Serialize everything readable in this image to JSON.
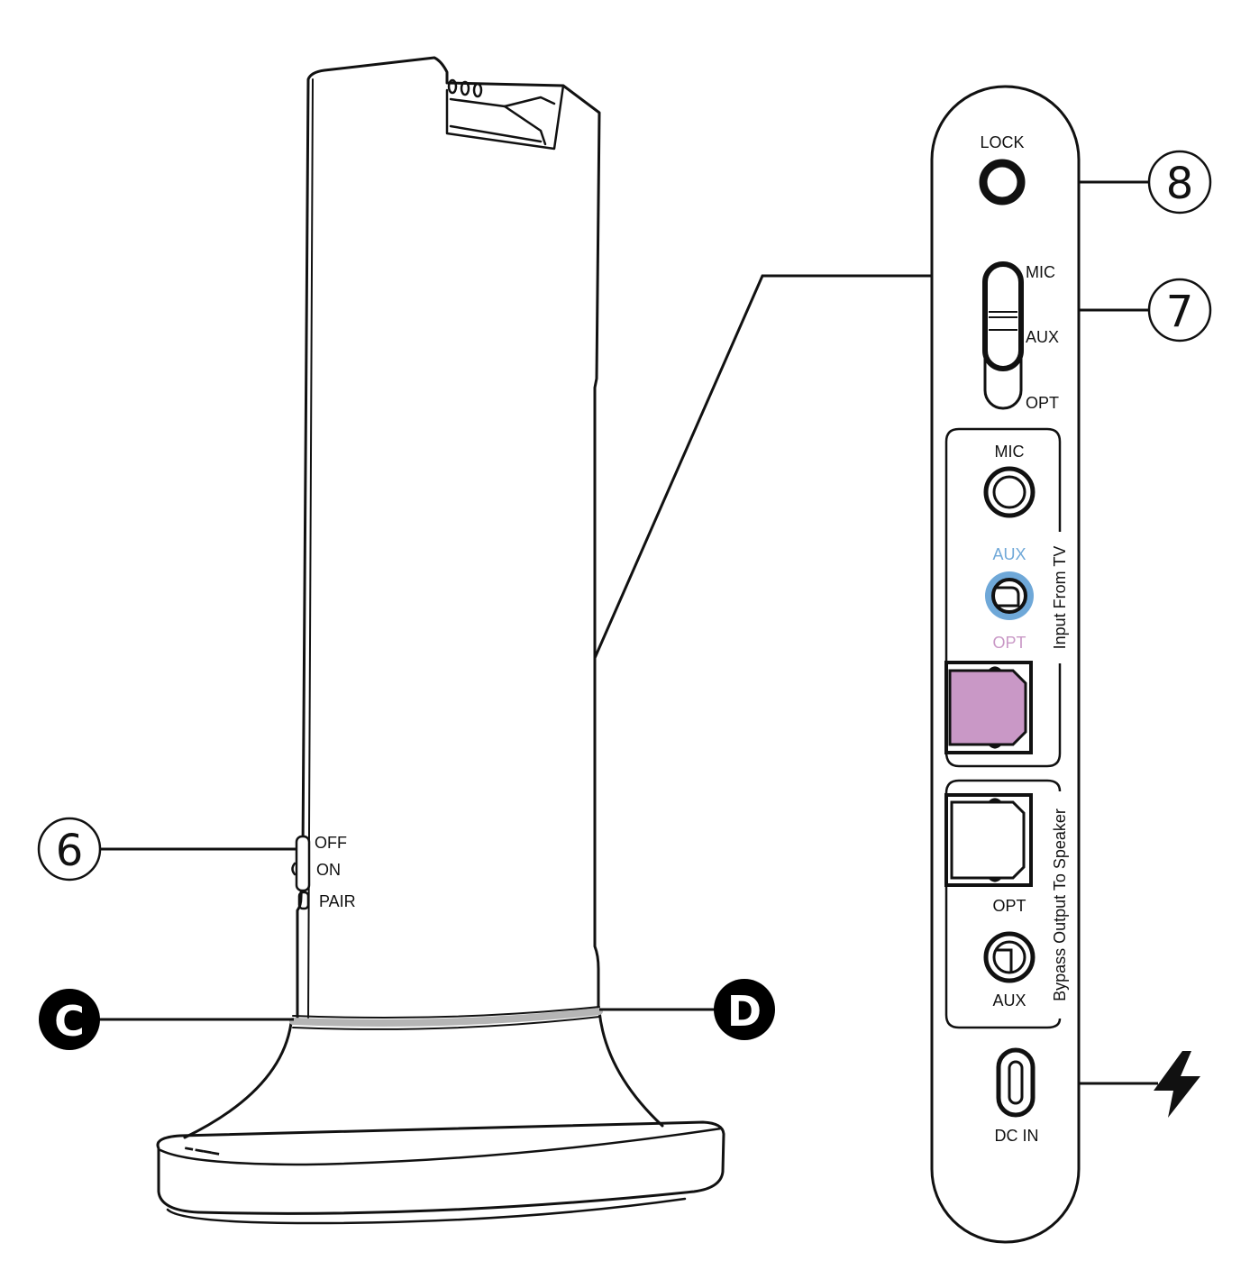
{
  "colors": {
    "ink": "#111111",
    "aux_blue": "#6fa8d8",
    "opt_pink": "#c998c6",
    "led_gray": "#b5b5b5",
    "background": "#ffffff"
  },
  "callouts": {
    "c6": "6",
    "c7": "7",
    "c8": "8",
    "cC": "C",
    "cD": "D"
  },
  "power_switch": {
    "off": "OFF",
    "on": "ON",
    "pair": "PAIR"
  },
  "side_panel": {
    "lock": "LOCK",
    "selector": {
      "mic": "MIC",
      "aux": "AUX",
      "opt": "OPT"
    },
    "input_group": {
      "title": "Input From TV",
      "mic": "MIC",
      "aux": "AUX",
      "opt": "OPT"
    },
    "bypass_group": {
      "title": "Bypass Output To Speaker",
      "opt": "OPT",
      "aux": "AUX"
    },
    "dc_in": "DC IN"
  },
  "icons": {
    "power": "lightning-bolt-icon"
  }
}
